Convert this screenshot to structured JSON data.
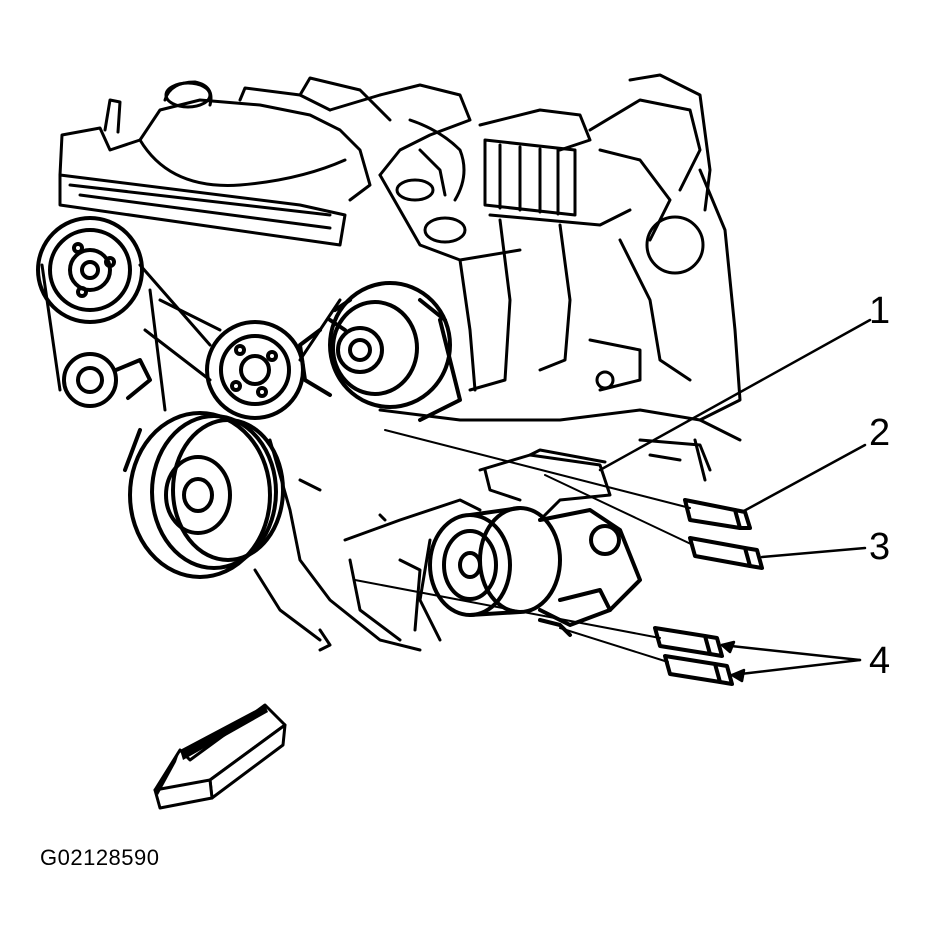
{
  "figure": {
    "id_label": "G02128590"
  },
  "callouts": [
    {
      "label": "1"
    },
    {
      "label": "2"
    },
    {
      "label": "3"
    },
    {
      "label": "4"
    }
  ],
  "colors": {
    "ink": "#000000",
    "paper": "#ffffff"
  },
  "icons": {
    "direction_arrow": "front-direction-arrow-icon"
  }
}
